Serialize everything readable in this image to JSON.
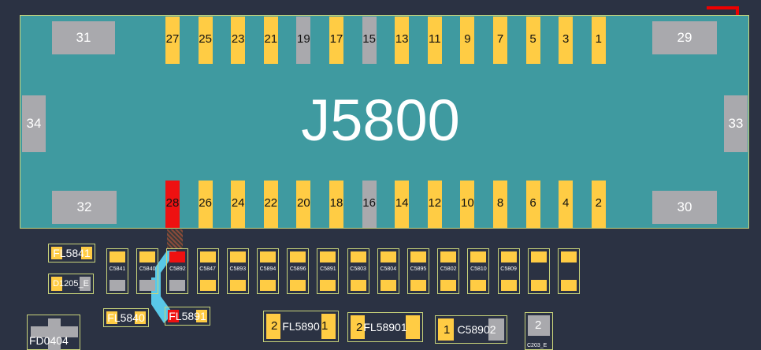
{
  "connector": {
    "label": "J5800"
  },
  "top_pins": [
    "27",
    "25",
    "23",
    "21",
    "19",
    "17",
    "15",
    "13",
    "11",
    "9",
    "7",
    "5",
    "3",
    "1"
  ],
  "bottom_pins": [
    "28",
    "26",
    "24",
    "22",
    "20",
    "18",
    "16",
    "14",
    "12",
    "10",
    "8",
    "6",
    "4",
    "2"
  ],
  "gray_pins": [
    "19",
    "15",
    "16"
  ],
  "highlighted_pin": "28",
  "mounting_pads": {
    "top_left": "31",
    "top_right": "29",
    "bottom_left": "32",
    "bottom_right": "30",
    "left": "34",
    "right": "33"
  },
  "capacitors": [
    "C5841",
    "C5840",
    "C5892",
    "C5847",
    "C5893",
    "C5894",
    "C5896",
    "C5891",
    "C5803",
    "C5804",
    "C5895",
    "C5802",
    "C5810",
    "C5809",
    "",
    ""
  ],
  "components": {
    "fl5841": "FL5841",
    "fl5840": "FL5840",
    "fl5891": "FL5891",
    "fl5890": "FL5890",
    "fl58901": "FL58901",
    "c58902": "C58902",
    "fd0404": "FD0404",
    "d1205": "D1205_E",
    "c203": "C203_E",
    "pin2": "2",
    "pin1": "1"
  },
  "colors": {
    "pad": "#ffcc44",
    "board": "#3f9aa0",
    "background": "#2b3243",
    "highlight": "#ee1111",
    "trace": "#59c8e8"
  }
}
